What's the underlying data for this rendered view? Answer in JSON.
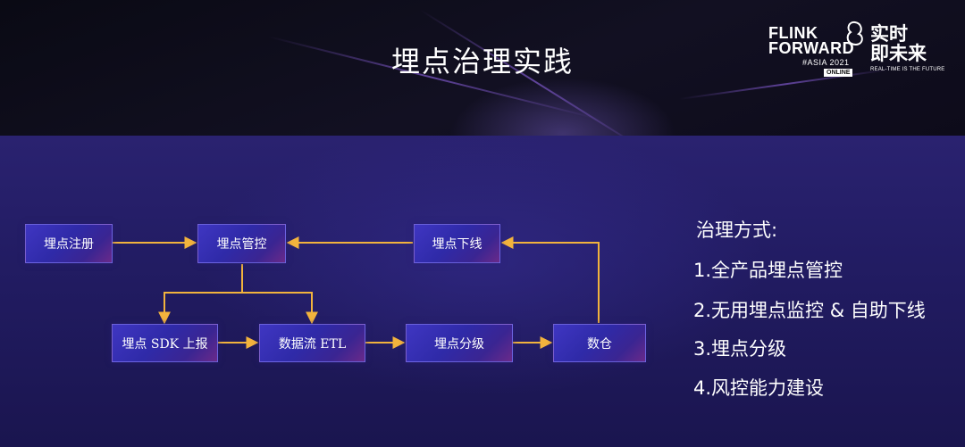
{
  "slide": {
    "title": "埋点治理实践"
  },
  "logo": {
    "line1": "FLINK",
    "line2": "FORWARD",
    "edition": "#ASIA 2021",
    "badge": "ONLINE",
    "cn_line1": "实时",
    "cn_line2": "即未来",
    "slogan": "REAL-TIME IS THE FUTURE"
  },
  "flow": {
    "nodes": {
      "register": "埋点注册",
      "control": "埋点管控",
      "offline": "埋点下线",
      "sdk_report": "埋点 SDK 上报",
      "etl": "数据流 ETL",
      "grading": "埋点分级",
      "warehouse": "数仓"
    },
    "edge_color": "#f2b33d"
  },
  "methods": {
    "title": "治理方式:",
    "items": [
      "1.全产品埋点管控",
      "2.无用埋点监控 & 自助下线",
      "3.埋点分级",
      "4.风控能力建设"
    ]
  }
}
